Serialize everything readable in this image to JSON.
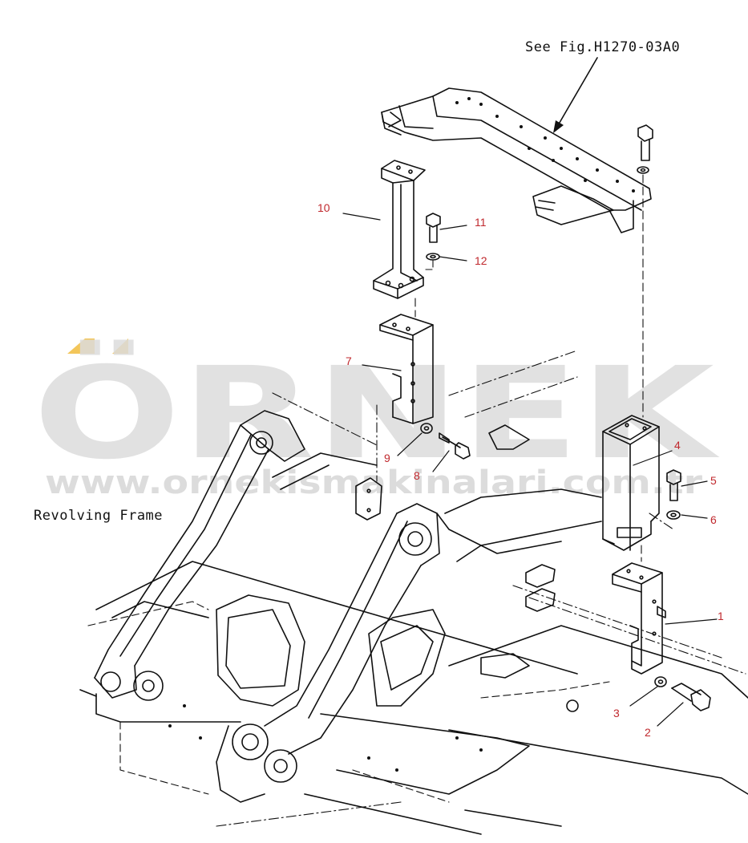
{
  "reference_note": "See Fig.H1270-03A0",
  "frame_label": "Revolving Frame",
  "callouts": [
    "1",
    "2",
    "3",
    "4",
    "5",
    "6",
    "7",
    "8",
    "9",
    "10",
    "11",
    "12"
  ],
  "watermark": {
    "word": "ÖRNEK",
    "url": "www.ornekismakinalari.com.tr",
    "accent_color": "#f3c65a",
    "text_color": "#dcdcdc"
  },
  "colors": {
    "line": "#111111",
    "callout": "#c0282d",
    "paper": "#ffffff"
  }
}
